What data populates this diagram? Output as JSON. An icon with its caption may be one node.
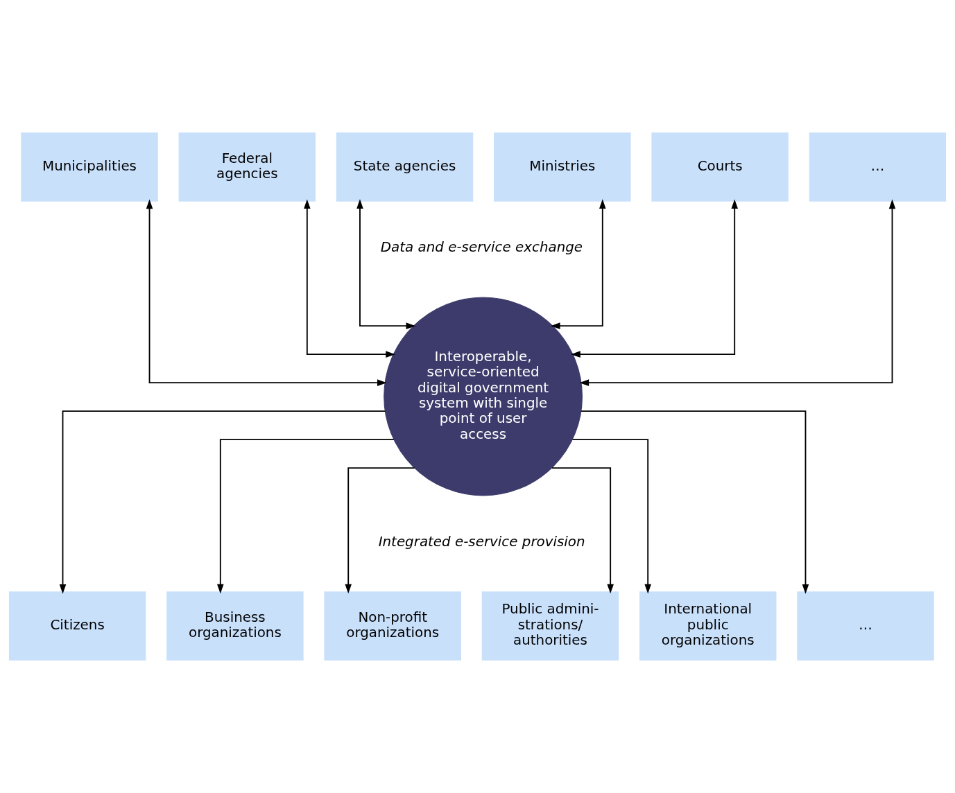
{
  "diagram": {
    "nodes": [
      {
        "text": [
          "State agencies"
        ]
      },
      {
        "text": [
          "Ministries"
        ]
      },
      {
        "text": [
          "Federal agencies"
        ]
      },
      {
        "text": [
          "Courts"
        ]
      },
      {
        "text": [
          "Municipalities"
        ]
      },
      {
        "text": [
          "…"
        ]
      },
      {
        "text": [
          "Interoperable, service-oriented digital government system with single point of user access"
        ]
      },
      {
        "text": [
          "Citizens"
        ]
      },
      {
        "text": [
          "Business organizations"
        ]
      },
      {
        "text": [
          "Non-profit organizations"
        ]
      },
      {
        "text": [
          "Public admini- strations/ authorities"
        ]
      },
      {
        "text": [
          "International public organizations"
        ]
      },
      {
        "text": [
          "…"
        ]
      }
    ],
    "edges": [
      {
        "from": 6,
        "to": 2,
        "arrow": "both"
      },
      {
        "from": 6,
        "to": 0,
        "arrow": "both"
      },
      {
        "from": 6,
        "to": 1,
        "arrow": "both"
      },
      {
        "from": 6,
        "to": 3,
        "arrow": "both"
      },
      {
        "from": 6,
        "to": 4,
        "arrow": "both"
      },
      {
        "from": 6,
        "to": 5,
        "arrow": "both"
      },
      {
        "from": 6,
        "to": 7,
        "arrow": "to"
      },
      {
        "from": 6,
        "to": 8,
        "arrow": "to"
      },
      {
        "from": 6,
        "to": 9,
        "arrow": "to"
      },
      {
        "from": 6,
        "to": 10,
        "arrow": "to"
      },
      {
        "from": 6,
        "to": 11,
        "arrow": "to"
      },
      {
        "from": 6,
        "to": 12,
        "arrow": "to"
      }
    ],
    "labels": [
      "Data and e-service exchange",
      "Integrated e-service provision"
    ]
  }
}
